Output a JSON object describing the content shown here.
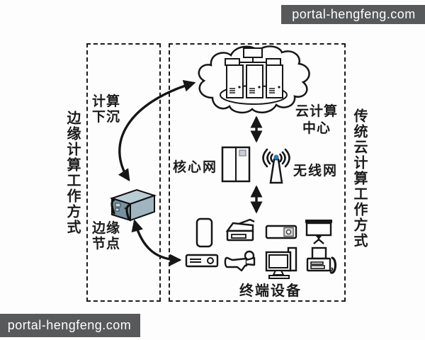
{
  "watermarks": {
    "top_right": "portal-hengfeng.com",
    "bottom_left": "portal-hengfeng.com"
  },
  "regions": {
    "edge": {
      "label": "边缘计算工作方式"
    },
    "traditional": {
      "label": "传统云计算工作方式"
    }
  },
  "nodes": {
    "cloud_center": {
      "label": "云计算中心",
      "icon": "cloud-with-server-cluster"
    },
    "core_network": {
      "label": "核心网",
      "icon": "network-cabinet"
    },
    "wireless_network": {
      "label": "无线网",
      "icon": "antenna-tower"
    },
    "edge_node": {
      "label": "边缘节点",
      "icon": "rack-server-3d"
    },
    "terminal_devices": {
      "label": "终端设备",
      "icons": [
        "smartphone",
        "scanner-copier",
        "projector",
        "projection-screen",
        "media-player",
        "camcorder",
        "desktop-computer",
        "fax-machine"
      ]
    }
  },
  "annotations": {
    "compute_sink": "计算下沉"
  },
  "connections": [
    "cloud-center <-> core-network/wireless (vertical double arrow)",
    "core-network/wireless <-> terminal-devices (vertical double arrow)",
    "cloud-center <-> edge-node (curved double arrow)",
    "edge-node <-> terminal-devices (curved double arrow)"
  ],
  "colors": {
    "background": "#fdfdfd",
    "line": "#161616",
    "watermark_bg": "#58595b",
    "watermark_text": "#ffffff",
    "server_top": "#b9ccd5",
    "server_side": "#9fb6c0",
    "server_front": "#77929f",
    "antenna_dot": "#2e7bb4",
    "cabinet_port": "#c9ced3"
  }
}
